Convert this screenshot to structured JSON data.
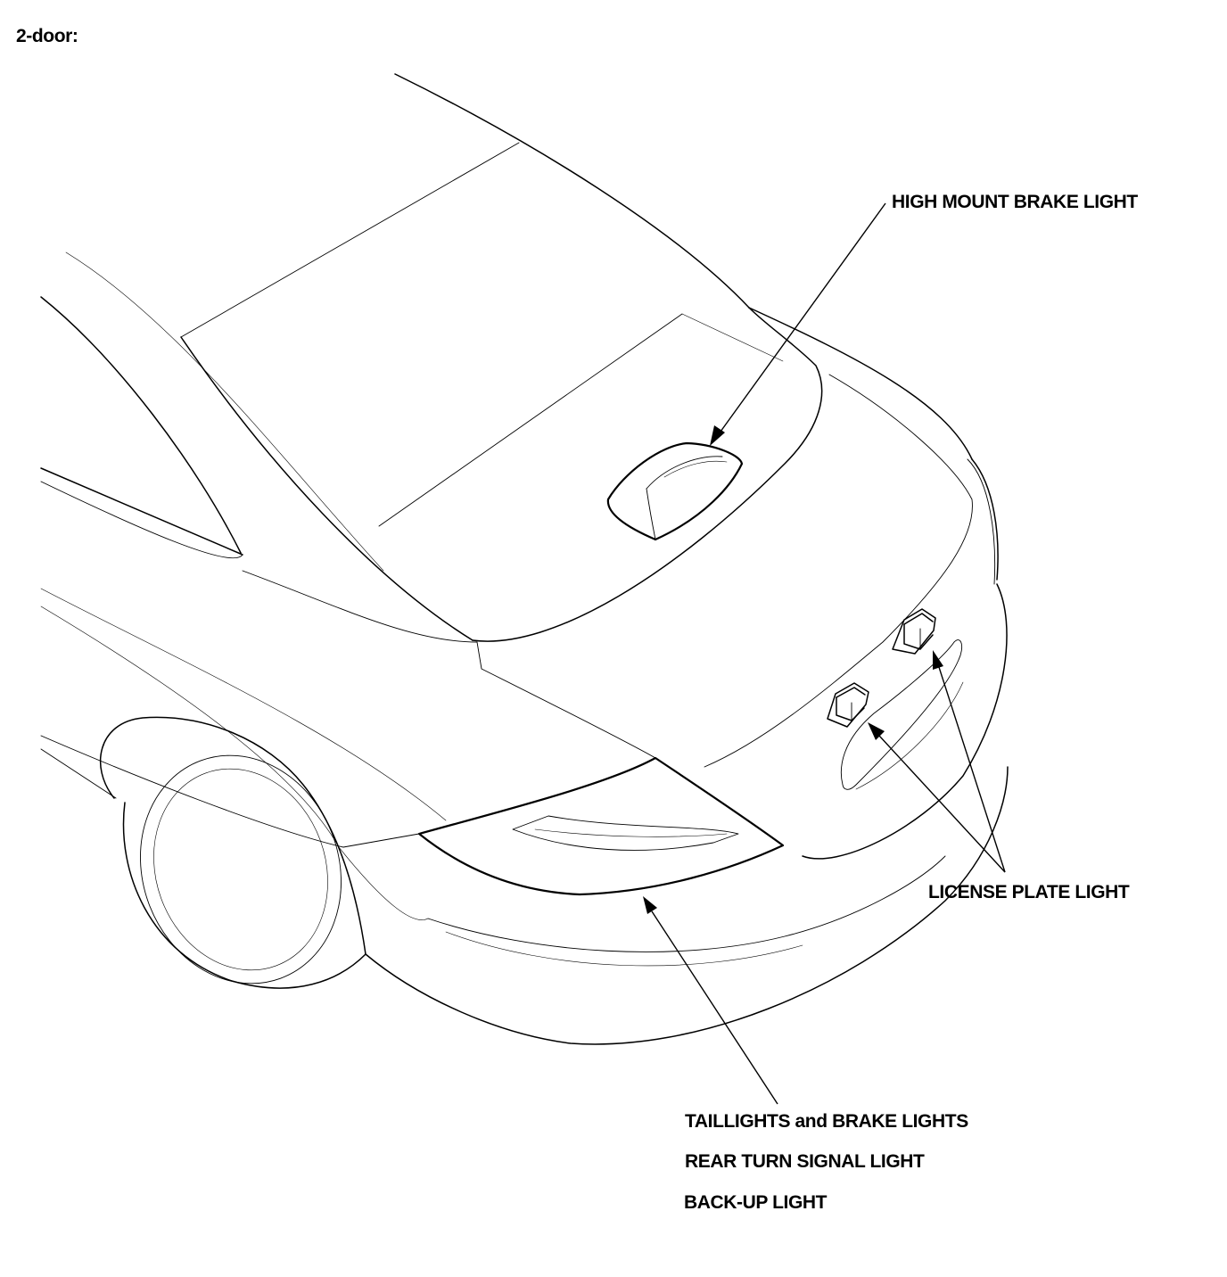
{
  "heading": "2-door:",
  "callouts": {
    "high_mount": "HIGH MOUNT BRAKE LIGHT",
    "license_plate": "LICENSE PLATE LIGHT",
    "taillights": "TAILLIGHTS and BRAKE LIGHTS",
    "rear_turn": "REAR TURN SIGNAL LIGHT",
    "back_up": "BACK-UP LIGHT"
  },
  "colors": {
    "line": "#000000",
    "background": "#ffffff"
  }
}
